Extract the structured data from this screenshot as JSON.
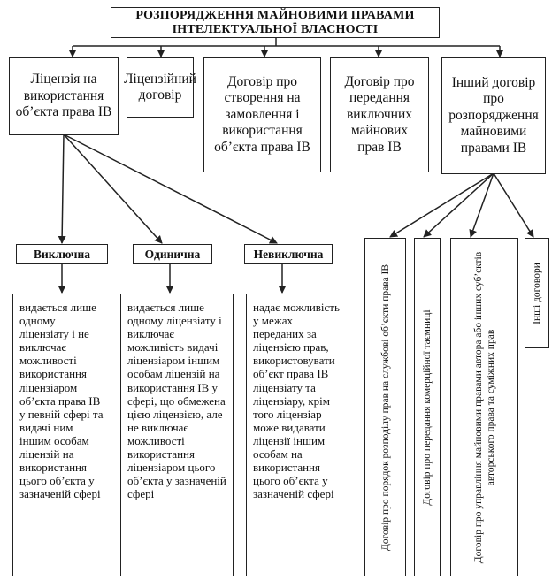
{
  "title": {
    "line1": "РОЗПОРЯДЖЕННЯ МАЙНОВИМИ ПРАВАМИ",
    "line2": "ІНТЕЛЕКТУАЛЬНОЇ ВЛАСНОСТІ"
  },
  "categories": [
    "Ліцензія на використання об’єкта права ІВ",
    "Ліцензійний договір",
    "Договір про створення на замовлення і використання об’єкта права ІВ",
    "Договір про передання виключних майнових прав ІВ",
    "Інший договір про розпорядження майновими правами ІВ"
  ],
  "license_types": [
    "Виключна",
    "Одинична",
    "Невиключна"
  ],
  "license_descriptions": [
    "видається лише одному ліцензіату і не виключає можливості використання ліцензіаром об’єкта права ІВ у певній сфері та видачі ним іншим особам ліцензій на використання цього об’єкта у зазначеній сфері",
    "видається лише одному ліцензіату і виключає можливість видачі ліцензіаром іншим особам ліцензій на використання ІВ у сфері, що обмежена цією ліцензією, але не виключає можливості використання ліцензіаром цього об’єкта у зазначеній сфері",
    "надає можливість у межах переданих за ліцензією прав, використовувати об’єкт права ІВ ліцензіату та ліцензіару, крім того ліцензіар може видавати ліцензії іншим особам на використання цього об’єкта у зазначеній сфері"
  ],
  "other_contracts": [
    "Договір про порядок розподілу прав на службові об’єкти права ІВ",
    "Договір про передання комерційної таємниці",
    "Договір про управління майновими правами автора або інших суб’єктів авторського права та суміжних прав",
    "Інші договори"
  ]
}
